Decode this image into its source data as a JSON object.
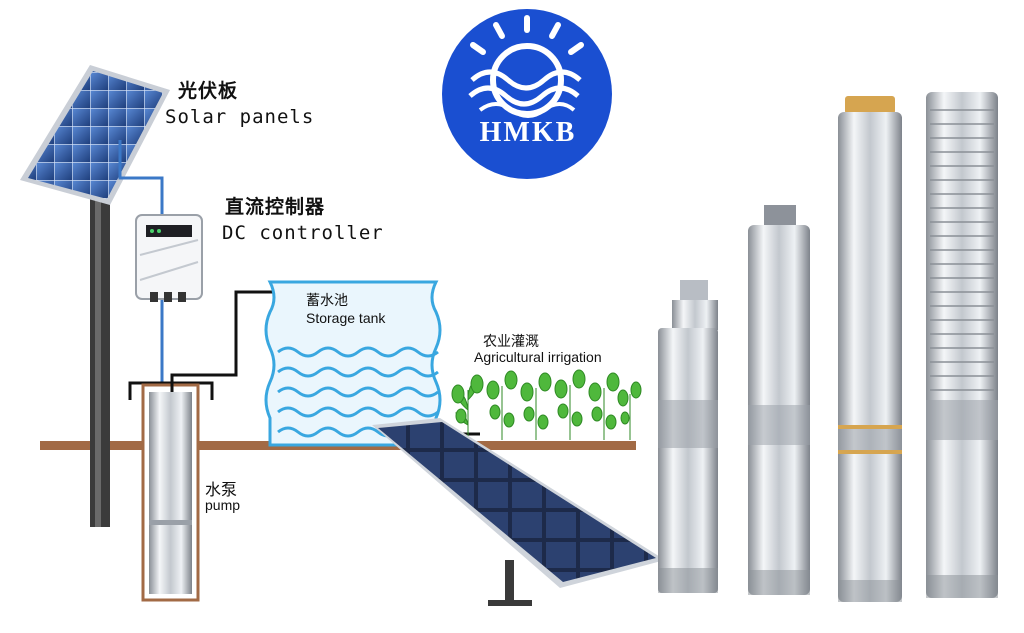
{
  "logo": {
    "text": "HMKB",
    "bg_color": "#1a4fd1"
  },
  "labels": {
    "solar_cn": "光伏板",
    "solar_en": "Solar panels",
    "controller_cn": "直流控制器",
    "controller_en": "DC controller",
    "tank_cn": "蓄水池",
    "tank_en": "Storage tank",
    "irrigation_cn": "农业灌溉",
    "irrigation_en": "Agricultural irrigation",
    "pump_cn": "水泵",
    "pump_en": "pump"
  },
  "colors": {
    "ground": "#a26a45",
    "pipe_blue": "#3b78c7",
    "tank_water": "#39a7e0",
    "panel": "#2f5fa8"
  }
}
